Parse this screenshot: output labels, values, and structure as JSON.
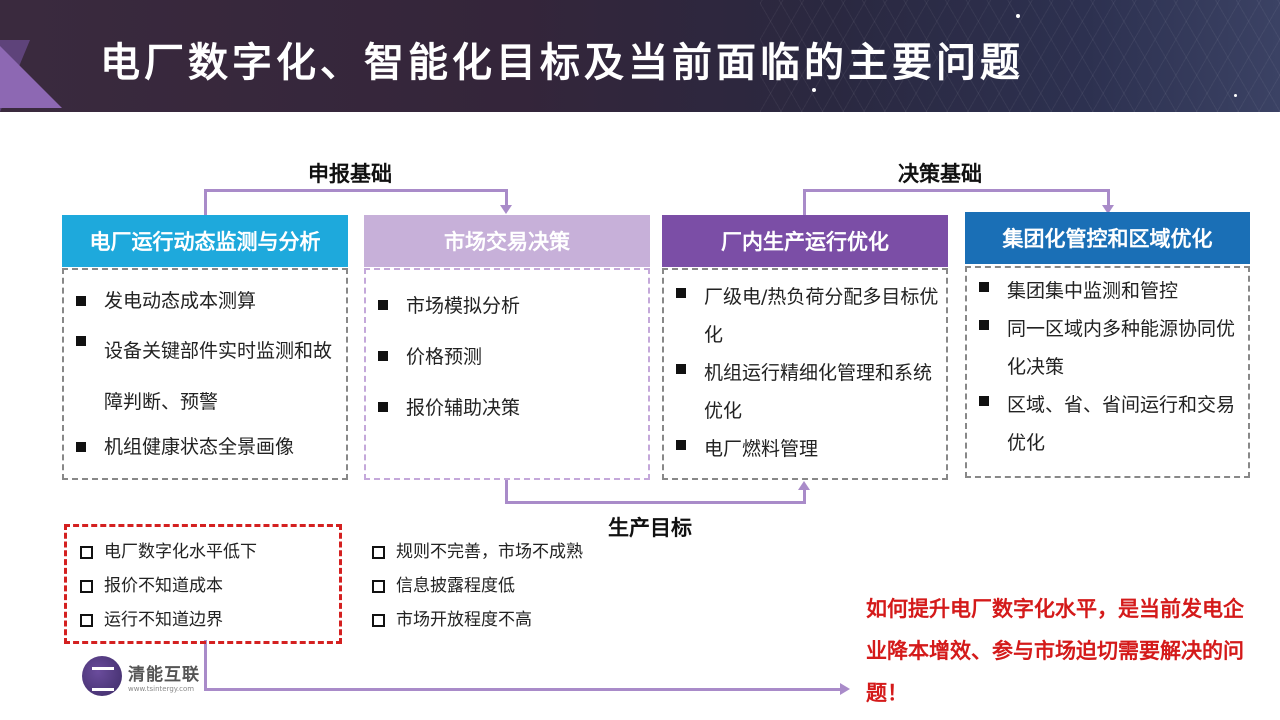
{
  "title": "电厂数字化、智能化目标及当前面临的主要问题",
  "labels": {
    "report_basis": "申报基础",
    "decision_basis": "决策基础",
    "production_goal": "生产目标"
  },
  "columns": [
    {
      "heading": "电厂运行动态监测与分析",
      "color": "#1ea9dc",
      "items": [
        "发电动态成本测算",
        "设备关键部件实时监测和故障判断、预警",
        "机组健康状态全景画像"
      ]
    },
    {
      "heading": "市场交易决策",
      "color": "#c7b0d9",
      "items": [
        "市场模拟分析",
        "价格预测",
        "报价辅助决策"
      ]
    },
    {
      "heading": "厂内生产运行优化",
      "color": "#7b4ea6",
      "items": [
        "厂级电/热负荷分配多目标优化",
        "机组运行精细化管理和系统优化",
        "电厂燃料管理"
      ]
    },
    {
      "heading": "集团化管控和区域优化",
      "color": "#1a6fb6",
      "items": [
        "集团集中监测和管控",
        "同一区域内多种能源协同优化决策",
        "区域、省、省间运行和交易优化"
      ]
    }
  ],
  "problems_left": [
    "电厂数字化水平低下",
    "报价不知道成本",
    "运行不知道边界"
  ],
  "problems_mid": [
    "规则不完善，市场不成熟",
    "信息披露程度低",
    "市场开放程度不高"
  ],
  "conclusion": "如何提升电厂数字化水平，是当前发电企业降本增效、参与市场迫切需要解决的问题！",
  "logo": {
    "name": "清能互联",
    "url": "www.tsintergy.com"
  },
  "colors": {
    "accent_red": "#d42020",
    "connector": "#a98bc9"
  }
}
